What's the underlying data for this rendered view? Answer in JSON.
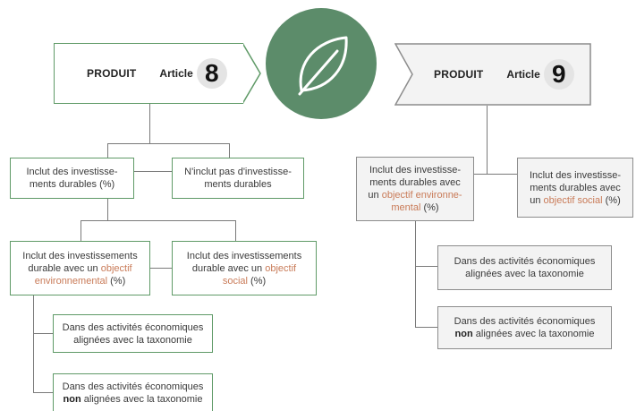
{
  "left": {
    "produit": "PRODUIT",
    "article": "Article",
    "number": "8",
    "box_a": {
      "text": "Inclut des investisse-ments durables (%)"
    },
    "box_b": {
      "text": "N'inclut pas d'investisse-ments durables"
    },
    "box_c": {
      "pre": "Inclut des investissements durable avec un ",
      "hi": "objectif environnemental",
      "post": " (%)"
    },
    "box_d": {
      "pre": "Inclut des investissements durable avec un ",
      "hi": "objectif social",
      "post": " (%)"
    },
    "box_e": {
      "text": "Dans des activités économiques alignées avec la taxonomie"
    },
    "box_f": {
      "pre": "Dans des activités économiques ",
      "bold": "non",
      "post": " alignées avec la taxonomie"
    }
  },
  "right": {
    "produit": "PRODUIT",
    "article": "Article",
    "number": "9",
    "box_a": {
      "pre": "Inclut des investisse-ments durables avec un ",
      "hi": "objectif environne-mental",
      "post": " (%)"
    },
    "box_b": {
      "pre": "Inclut des investisse-ments durables avec un ",
      "hi": "objectif social",
      "post": " (%)"
    },
    "box_c": {
      "text": "Dans des activités économiques alignées avec la taxonomie"
    },
    "box_d": {
      "pre": "Dans des activités économiques ",
      "bold": "non",
      "post": " alignées avec la taxonomie"
    }
  },
  "icon": "leaf-icon",
  "colors": {
    "green": "#5f9a67",
    "circle": "#5c8c6a",
    "highlight": "#c97b58",
    "grey_border": "#8c8c8c"
  }
}
